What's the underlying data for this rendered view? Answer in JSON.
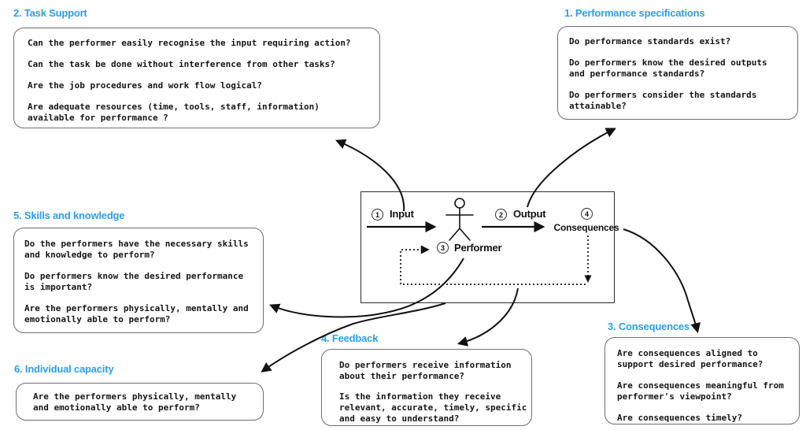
{
  "colors": {
    "heading_blue": "#2b9fe8",
    "body_text": "#161616",
    "box_border": "#6f6f6f",
    "arrow_black": "#111111"
  },
  "panels": {
    "performance_specifications": {
      "heading": "1. Performance specifications",
      "questions": [
        "Do performance standards exist?",
        "Do performers know the desired outputs\nand performance standards?",
        "Do performers consider the standards\nattainable?"
      ]
    },
    "task_support": {
      "heading": "2. Task Support",
      "questions": [
        "Can the performer easily recognise the input requiring action?",
        "Can the task be done without interference from other tasks?",
        "Are the job procedures and work flow logical?",
        "Are adequate resources (time, tools, staff, information)\navailable for performance ?"
      ]
    },
    "consequences": {
      "heading": "3. Consequences",
      "questions": [
        "Are consequences aligned to\nsupport desired performance?",
        "Are consequences meaningful from\nperformer's viewpoint?",
        "Are consequences timely?"
      ]
    },
    "feedback": {
      "heading": "4. Feedback",
      "questions": [
        "Do performers receive information\nabout their performance?",
        "Is the information they receive\nrelevant, accurate, timely, specific\nand easy to understand?"
      ]
    },
    "skills_and_knowledge": {
      "heading": "5. Skills and knowledge",
      "questions": [
        "Do the performers have the necessary skills\nand knowledge to perform?",
        "Do performers know the desired performance\nis important?",
        "Are the performers physically, mentally and\nemotionally able to perform?"
      ]
    },
    "individual_capacity": {
      "heading": "6. Individual capacity",
      "questions": [
        "Are the performers physically, mentally\nand emotionally able to perform?"
      ]
    }
  },
  "center_model": {
    "input": {
      "number": "1",
      "label": "Input"
    },
    "output": {
      "number": "2",
      "label": "Output"
    },
    "performer": {
      "number": "3",
      "label": "Performer"
    },
    "consequences": {
      "number": "4",
      "label": "Consequences"
    }
  }
}
